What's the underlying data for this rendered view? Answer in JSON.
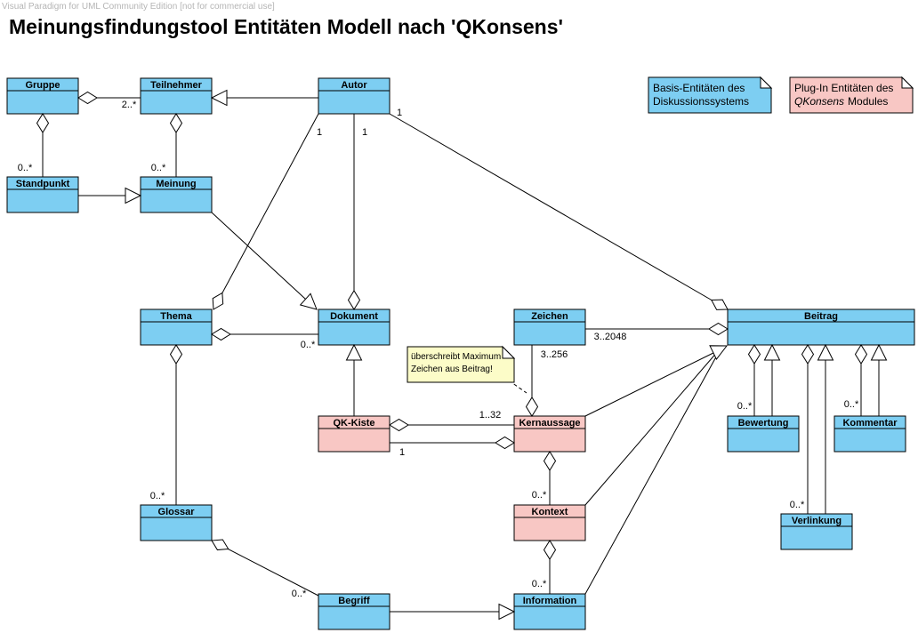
{
  "watermark": "Visual Paradigm for UML Community Edition [not for commercial use]",
  "title": "Meinungsfindungstool Entitäten Modell nach 'QKonsens'",
  "colors": {
    "entity_blue": "#7DCEF2",
    "entity_pink": "#F8C7C4",
    "note_yellow": "#FCFCC8",
    "line_black": "#000000",
    "watermark_gray": "#B5B5B5"
  },
  "entities": {
    "gruppe": "Gruppe",
    "teilnehmer": "Teilnehmer",
    "autor": "Autor",
    "standpunkt": "Standpunkt",
    "meinung": "Meinung",
    "thema": "Thema",
    "dokument": "Dokument",
    "zeichen": "Zeichen",
    "beitrag": "Beitrag",
    "qkkiste": "QK-Kiste",
    "kernaussage": "Kernaussage",
    "kontext": "Kontext",
    "glossar": "Glossar",
    "bewertung": "Bewertung",
    "kommentar": "Kommentar",
    "verlinkung": "Verlinkung",
    "begriff": "Begriff",
    "information": "Information"
  },
  "notes": {
    "basis": {
      "line1": "Basis-Entitäten des",
      "line2": "Diskussionssystems"
    },
    "plugin": {
      "line1": "Plug-In Entitäten des",
      "line2_italic": "QKonsens",
      "line2_rest": "Modules"
    },
    "warnung": {
      "line1": "überschreibt Maximum",
      "line2": "Zeichen aus Beitrag!"
    }
  },
  "multiplicities": {
    "gruppe_teilnehmer": "2..*",
    "gruppe_standpunkt": "0..*",
    "teilnehmer_meinung": "0..*",
    "autor_thema": "1",
    "autor_dokument": "1",
    "autor_beitrag": "1",
    "thema_dokument": "0..*",
    "thema_glossar": "0..*",
    "zeichen_beitrag": "3..2048",
    "zeichen_kernaussage": "3..256",
    "qkkiste_kernaussage": "1..32",
    "kernaussage_qkkiste": "1",
    "kernaussage_kontext": "0..*",
    "kontext_information": "0..*",
    "glossar_begriff": "0..*",
    "beitrag_bewertung": "0..*",
    "beitrag_verlinkung": "0..*",
    "beitrag_kommentar": "0..*"
  }
}
